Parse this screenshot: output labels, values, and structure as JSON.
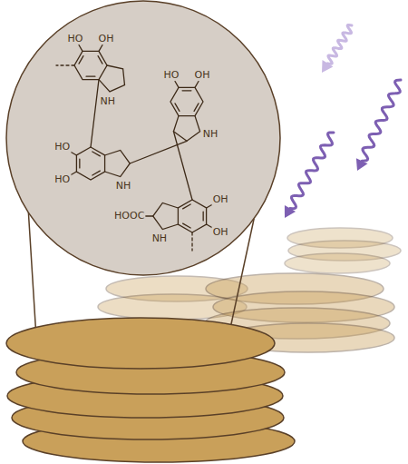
{
  "diagram": {
    "labels": [
      "HO",
      "OH",
      "NH",
      "HO",
      "HO",
      "NH",
      "HO",
      "OH",
      "NH",
      "OH",
      "OH",
      "HOOC",
      "NH"
    ]
  }
}
